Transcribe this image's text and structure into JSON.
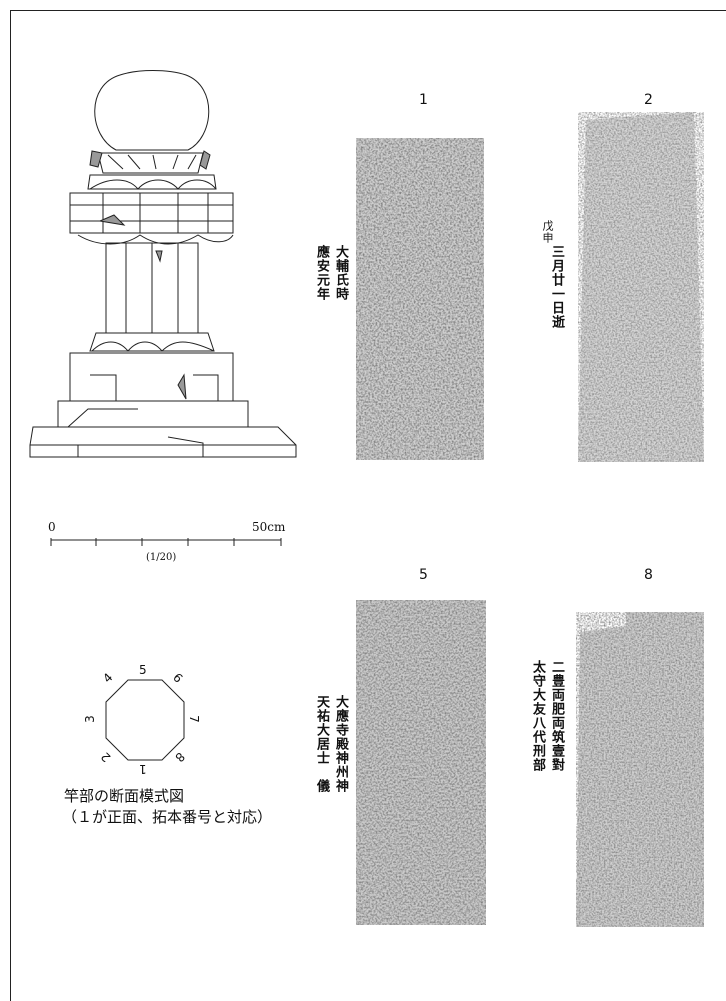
{
  "rubbings": [
    {
      "number": "1",
      "columns": [
        "大輔氏時",
        "應安元年"
      ],
      "sub_note": ""
    },
    {
      "number": "2",
      "columns": [
        "三月廿一日逝"
      ],
      "sub_note": "戊申"
    },
    {
      "number": "5",
      "columns": [
        "大應寺殿神州神",
        "天祐大居士　儀"
      ],
      "sub_note": ""
    },
    {
      "number": "8",
      "columns": [
        "二豊両肥両筑壹對",
        "太守大友八代刑部"
      ],
      "sub_note": ""
    }
  ],
  "scale": {
    "start": "0",
    "end": "50cm",
    "ratio": "(1/20)"
  },
  "octagon": {
    "labels": [
      "1",
      "2",
      "3",
      "4",
      "5",
      "6",
      "7",
      "8"
    ]
  },
  "caption": {
    "line1": "竿部の断面模式図",
    "line2": "（１が正面、拓本番号と対応）"
  },
  "colors": {
    "line": "#222222",
    "rubbing_dark": "#3a3a3a",
    "rubbing_light": "#d8d8d8"
  }
}
